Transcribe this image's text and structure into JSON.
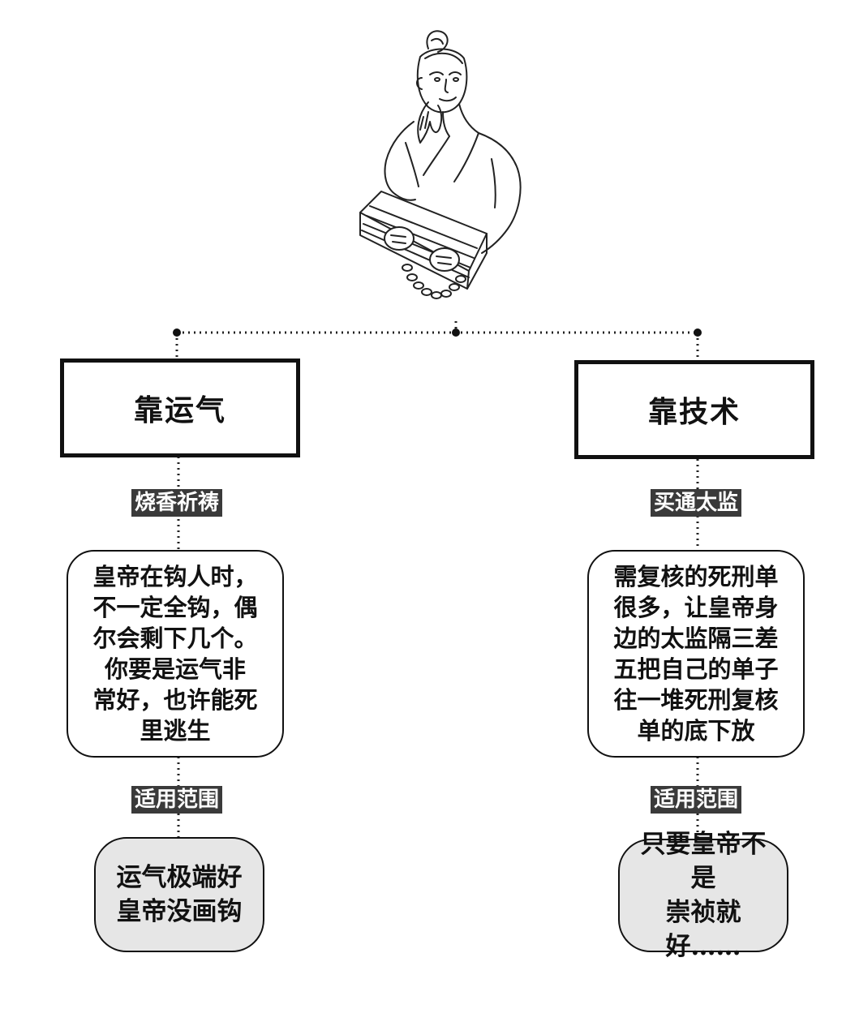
{
  "branches": [
    {
      "title": "靠运气",
      "method_tag": "烧香祈祷",
      "description": "皇帝在钩人时，\n不一定全钩，偶\n尔会剩下几个。\n你要是运气非\n常好，也许能死\n里逃生",
      "scope_tag": "适用范围",
      "scope": "运气极端好\n皇帝没画钩"
    },
    {
      "title": "靠技术",
      "method_tag": "买通太监",
      "description": "需复核的死刑单\n很多，让皇帝身\n边的太监隔三差\n五把自己的单子\n往一堆死刑复核\n单的底下放",
      "scope_tag": "适用范围",
      "scope": "只要皇帝不是\n崇祯就好……"
    }
  ],
  "colors": {
    "ink": "#111111",
    "tag_background": "#3a3a3a",
    "scope_background": "#e6e6e6"
  },
  "icons": {
    "illustration": "shackled-prisoner-illustration"
  }
}
